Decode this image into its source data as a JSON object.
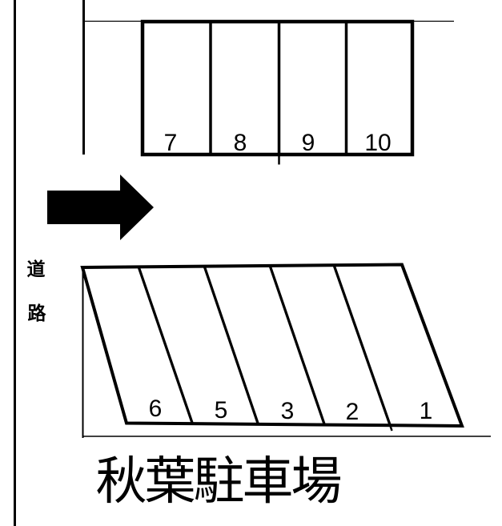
{
  "title": "秋葉駐車場",
  "road": {
    "vertical_label": "道路",
    "char_top": "道",
    "char_bottom": "路"
  },
  "upper_lot": {
    "space_numbers": [
      "7",
      "8",
      "9",
      "10"
    ]
  },
  "lower_lot": {
    "space_numbers": [
      "6",
      "5",
      "3",
      "2",
      "1"
    ]
  },
  "icons": {
    "direction_arrow": "right-arrow"
  },
  "colors": {
    "ink": "#000000",
    "background": "#ffffff"
  }
}
